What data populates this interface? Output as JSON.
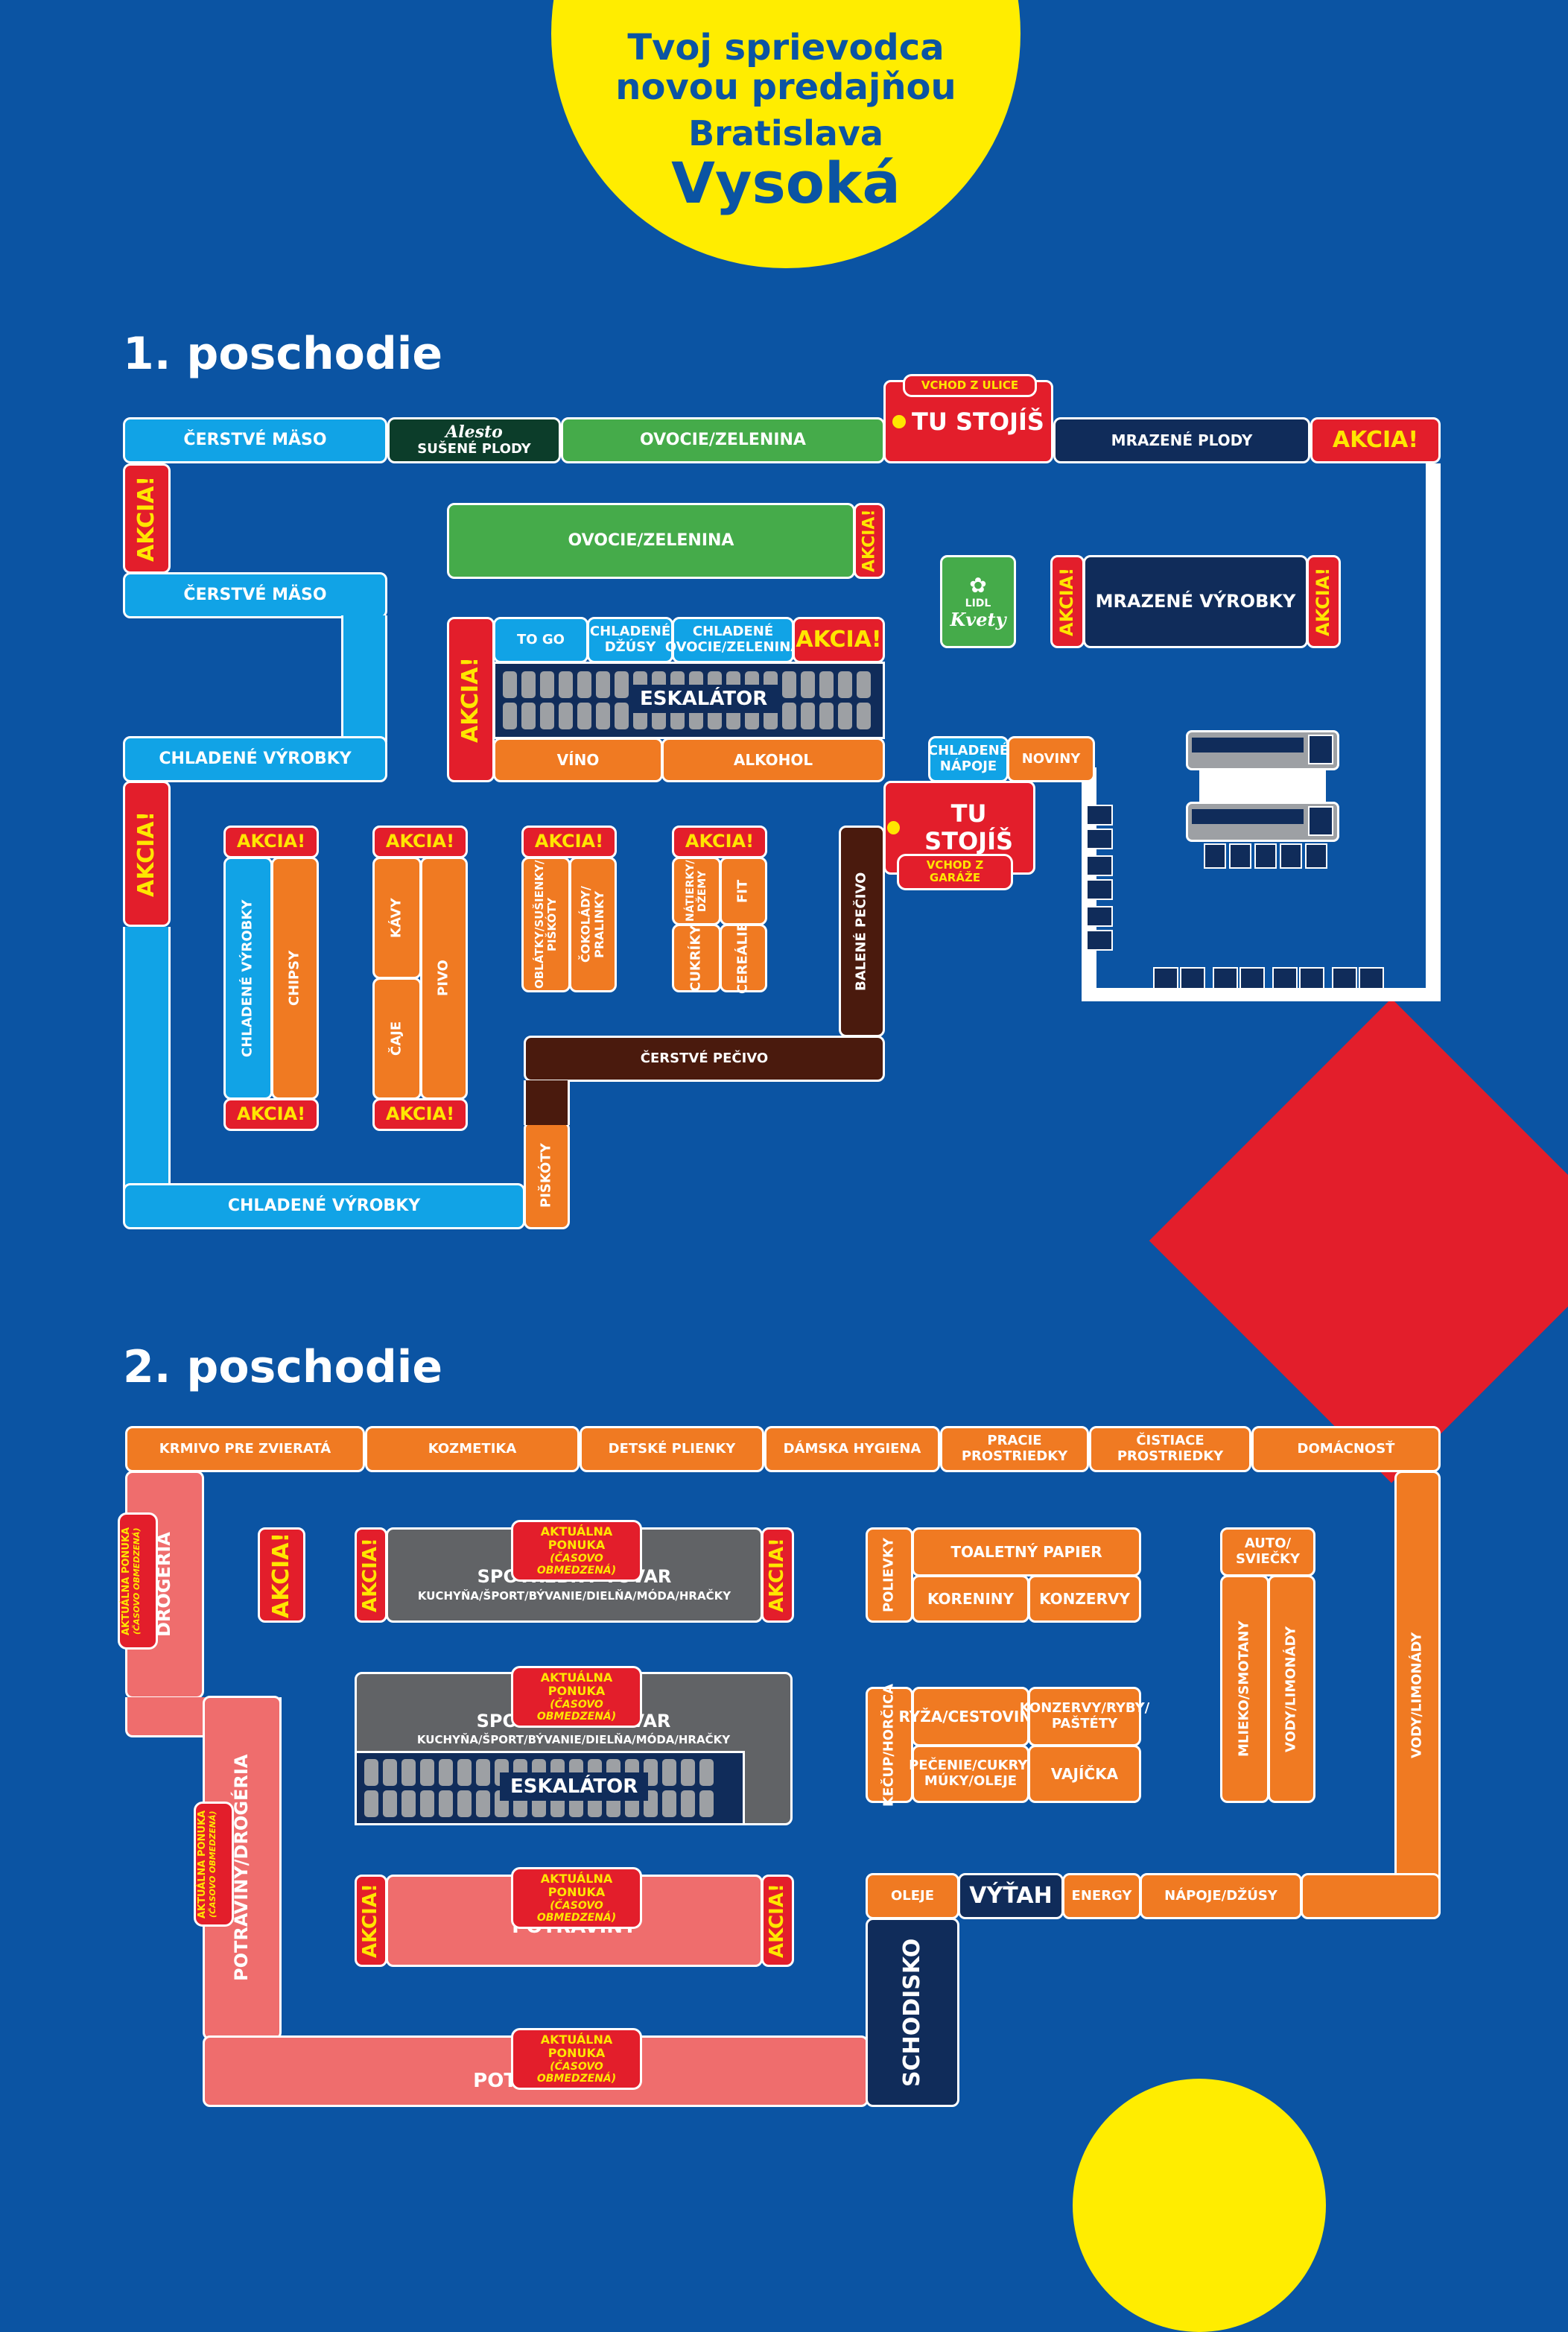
{
  "header": {
    "line1": "Tvoj sprievodca",
    "line2": "novou predajňou",
    "city": "Bratislava",
    "store": "Vysoká"
  },
  "colors": {
    "background": "#0b54a3",
    "yellow": "#ffed00",
    "red": "#e31e2b",
    "orange": "#f07a22",
    "light_blue": "#11a3e6",
    "green": "#45ab4a",
    "navy": "#102c5a",
    "brown": "#4a1a0d",
    "gray": "#616366",
    "salmon": "#ef6d6d"
  },
  "floor1": {
    "title": "1. poschodie",
    "top_row": {
      "fresh_meat": "ČERSTVÉ MÄSO",
      "alesto_brand": "Alesto",
      "dried_fruit": "SUŠENÉ PLODY",
      "produce": "OVOCIE/ZELENINA",
      "frozen_fruit": "MRAZENÉ PLODY",
      "sale": "AKCIA!"
    },
    "entrance_top": {
      "label": "VCHOD Z ULICE",
      "here": "TU STOJÍŠ"
    },
    "left_wall": {
      "sale1": "AKCIA!",
      "fresh_meat": "ČERSTVÉ MÄSO",
      "chilled": "CHLADENÉ VÝROBKY",
      "sale2": "AKCIA!",
      "chilled_bottom": "CHLADENÉ VÝROBKY",
      "biscuits": "PIŠKÓTY"
    },
    "produce_island": {
      "label": "OVOCIE/ZELENINA",
      "sale": "AKCIA!"
    },
    "flowers": {
      "brand": "LIDL",
      "label": "Kvety"
    },
    "frozen_island": {
      "label": "MRAZENÉ VÝROBKY",
      "sale_left": "AKCIA!",
      "sale_right": "AKCIA!"
    },
    "escalator_block": {
      "sale_left": "AKCIA!",
      "to_go": "TO GO",
      "juices": "CHLADENÉ DŽÚSY",
      "chilled_produce": "CHLADENÉ OVOCIE/ZELENINA",
      "sale_top": "AKCIA!",
      "escalator": "ESKALÁTOR",
      "wine": "VÍNO",
      "alcohol": "ALKOHOL"
    },
    "entrance_garage": {
      "chilled_drinks": "CHLADENÉ NÁPOJE",
      "newspapers": "NOVINY",
      "here": "TU STOJÍŠ",
      "label": "VCHOD Z GARÁŽE"
    },
    "aisles": [
      {
        "sale_top": "AKCIA!",
        "items": [
          "CHLADENÉ VÝROBKY",
          "CHIPSY"
        ],
        "sale_bottom": "AKCIA!"
      },
      {
        "sale_top": "AKCIA!",
        "items": [
          "KÁVY",
          "ČAJE",
          "PIVO"
        ],
        "sale_bottom": "AKCIA!"
      },
      {
        "sale_top": "AKCIA!",
        "items": [
          "OBLÁTKY/SUŠIENKY/ PIŠKÓTY",
          "ČOKOLÁDY/ PRALINKY"
        ]
      },
      {
        "sale_top": "AKCIA!",
        "items": [
          "NÁTIERKY/ DŽEMY",
          "FIT",
          "CUKRÍKY",
          "CEREÁLIE"
        ]
      }
    ],
    "bakery": {
      "packaged": "BALENÉ PEČIVO",
      "fresh": "ČERSTVÉ PEČIVO"
    }
  },
  "floor2": {
    "title": "2. poschodie",
    "top_row": [
      "KRMIVO PRE ZVIERATÁ",
      "KOZMETIKA",
      "DETSKÉ PLIENKY",
      "DÁMSKA HYGIENA",
      "PRACIE PROSTRIEDKY",
      "ČISTIACE PROSTRIEDKY",
      "DOMÁCNOSŤ"
    ],
    "offer": {
      "label": "AKTUÁLNA PONUKA",
      "sub": "(ČASOVO OBMEDZENÁ)"
    },
    "left": {
      "drogeria": "DROGÉRIA",
      "potraviny_drogeria": "POTRAVINY/DROGÉRIA",
      "sale": "AKCIA!"
    },
    "goods1": {
      "title": "SPOTREBNÝ TOVAR",
      "sub": "KUCHYŇA/ŠPORT/BÝVANIE/DIELŇA/MÓDA/HRAČKY",
      "sale_left": "AKCIA!",
      "sale_right": "AKCIA!"
    },
    "goods2": {
      "title": "SPOTREBNÝ TOVAR",
      "sub": "KUCHYŇA/ŠPORT/BÝVANIE/DIELŇA/MÓDA/HRAČKY",
      "escalator": "ESKALÁTOR"
    },
    "food_island": {
      "label": "POTRAVINY",
      "sale_left": "AKCIA!",
      "sale_right": "AKCIA!"
    },
    "food_bottom": "POTRAVINY",
    "shelf1": {
      "soups": "POLIEVKY",
      "toilet_paper": "TOALETNÝ PAPIER",
      "spices": "KORENINY",
      "cans": "KONZERVY"
    },
    "shelf2": {
      "ketchup": "KEČUP/HORČICA",
      "rice": "RYŽA/CESTOVINY",
      "canned_fish": "KONZERVY/RYBY/ PAŠTÉTY",
      "baking": "PEČENIE/CUKRY/ MÚKY/OLEJE",
      "eggs": "VAJÍČKA"
    },
    "shelf3": {
      "auto": "AUTO/ SVIEČKY",
      "milk": "MLIEKO/SMOTANY",
      "water": "VODY/LIMONÁDY"
    },
    "right_wall": "VODY/LIMONÁDY",
    "bottom_row": {
      "oils": "OLEJE",
      "elevator": "VÝŤAH",
      "energy": "ENERGY",
      "drinks": "NÁPOJE/DŽÚSY"
    },
    "stairs": "SCHODISKO"
  }
}
